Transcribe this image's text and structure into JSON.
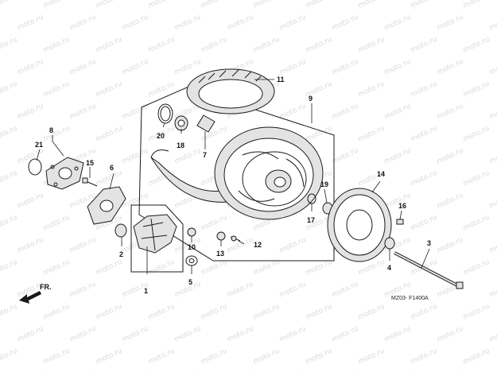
{
  "watermark": {
    "text": "moto.ru"
  },
  "diagram_code": "MZ03- F1400A",
  "direction_marker": {
    "label": "FR."
  },
  "callouts": [
    {
      "num": "1"
    },
    {
      "num": "2"
    },
    {
      "num": "3"
    },
    {
      "num": "4"
    },
    {
      "num": "5"
    },
    {
      "num": "6"
    },
    {
      "num": "7"
    },
    {
      "num": "8"
    },
    {
      "num": "9"
    },
    {
      "num": "10"
    },
    {
      "num": "11"
    },
    {
      "num": "12"
    },
    {
      "num": "13"
    },
    {
      "num": "14"
    },
    {
      "num": "15"
    },
    {
      "num": "16"
    },
    {
      "num": "17"
    },
    {
      "num": "18"
    },
    {
      "num": "19"
    },
    {
      "num": "20"
    },
    {
      "num": "21"
    }
  ],
  "colors": {
    "line": "#1a1a1a",
    "shade": "#e3e3e3",
    "watermark": "#d9d9d9"
  }
}
